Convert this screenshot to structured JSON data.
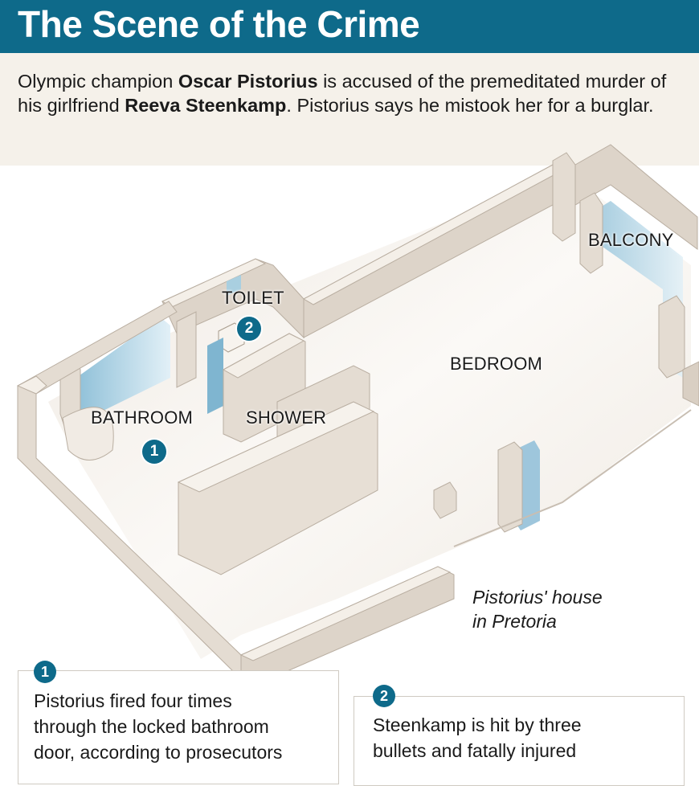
{
  "header": {
    "title": "The Scene of the Crime"
  },
  "intro": {
    "text_1": "Olympic champion ",
    "name_1": "Oscar Pistorius",
    "text_2": " is accused of the premeditated murder of his girlfriend ",
    "name_2": "Reeva Steenkamp",
    "text_3": ". Pistorius says he mistook her for a burglar."
  },
  "floor_plan": {
    "rooms": {
      "toilet": "TOILET",
      "bedroom": "BEDROOM",
      "balcony": "BALCONY",
      "bathroom": "BATHROOM",
      "shower": "SHOWER"
    },
    "markers": {
      "bathroom": "1",
      "toilet": "2"
    },
    "caption_line_1": "Pistorius' house",
    "caption_line_2": "in Pretoria"
  },
  "notes": [
    {
      "number": "1",
      "lines": [
        "Pistorius fired four times",
        "through the locked bathroom",
        "door, according to prosecutors"
      ]
    },
    {
      "number": "2",
      "lines": [
        "Steenkamp is hit by three",
        "bullets and fatally injured"
      ]
    }
  ],
  "colors": {
    "header_blue": "#0e6a8a",
    "intro_background": "#f5f1ea",
    "wall": "#e4dcd2",
    "floor": "#f3eee8",
    "glass": "#a9cfe0"
  }
}
